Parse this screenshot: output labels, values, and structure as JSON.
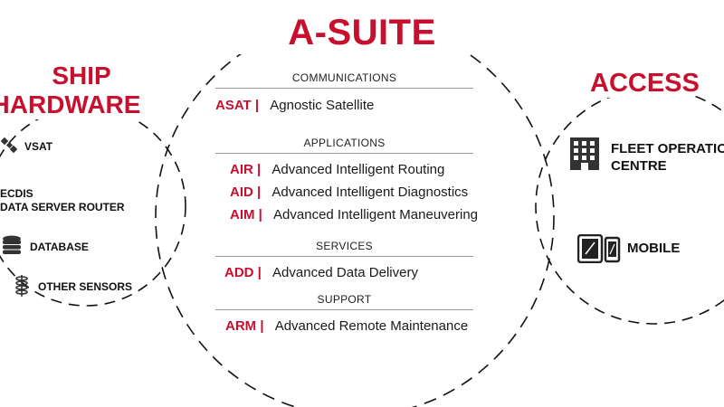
{
  "main_title": "A-SUITE",
  "left_title": [
    "SHIP",
    "HARDWARE"
  ],
  "right_title": "ACCESS",
  "sections": {
    "communications": {
      "heading": "COMMUNICATIONS",
      "items": [
        {
          "code": "ASAT |",
          "desc": "Agnostic Satellite"
        }
      ]
    },
    "applications": {
      "heading": "APPLICATIONS",
      "items": [
        {
          "code": "AIR |",
          "desc": "Advanced Intelligent Routing"
        },
        {
          "code": "AID |",
          "desc": "Advanced Intelligent Diagnostics"
        },
        {
          "code": "AIM |",
          "desc": "Advanced Intelligent Maneuvering"
        }
      ]
    },
    "services": {
      "heading": "SERVICES",
      "items": [
        {
          "code": "ADD |",
          "desc": "Advanced Data Delivery"
        }
      ]
    },
    "support": {
      "heading": "SUPPORT",
      "items": [
        {
          "code": "ARM |",
          "desc": "Advanced Remote Maintenance"
        }
      ]
    }
  },
  "hardware": [
    {
      "label": "VSAT",
      "icon": "satellite-icon"
    },
    {
      "label_lines": [
        "ECDIS",
        "DATA SERVER ROUTER"
      ],
      "icon": "none"
    },
    {
      "label": "DATABASE",
      "icon": "database-icon"
    },
    {
      "label": "OTHER SENSORS",
      "icon": "sensor-icon"
    }
  ],
  "access": [
    {
      "label_lines": [
        "FLEET OPERATIONS",
        "CENTRE"
      ],
      "icon": "building-icon"
    },
    {
      "label": "MOBILE",
      "icon": "mobile-devices-icon"
    }
  ],
  "colors": {
    "accent": "#c8102e",
    "text": "#1a1a1a",
    "circle": "#111111"
  }
}
